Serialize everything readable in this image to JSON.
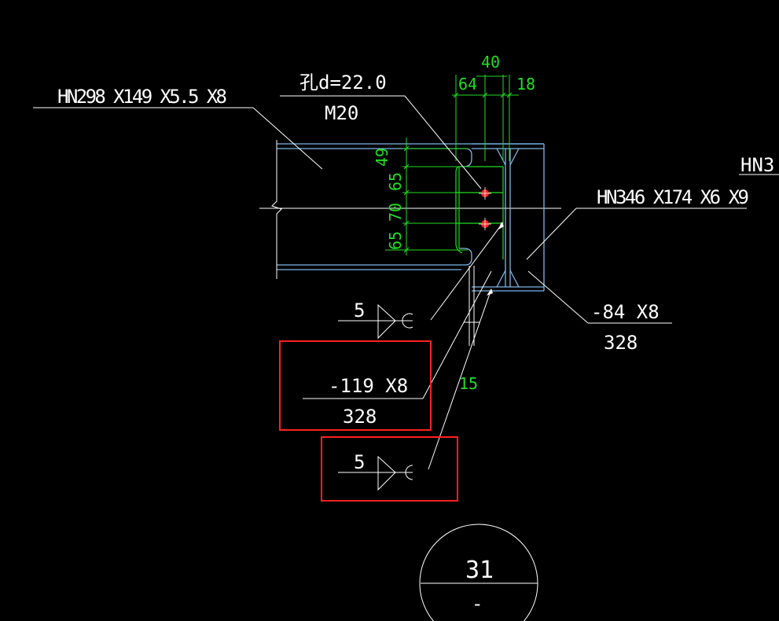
{
  "colors": {
    "background": "#000000",
    "line_white": "#ffffff",
    "dimension_green": "#22dd22",
    "beam_blue": "#7db7e6",
    "bolt_red": "#ff2020",
    "highlight_red": "#ff2020"
  },
  "labels": {
    "beam_left": "HN298 X149 X5.5 X8",
    "hole_spec": "孔d=22.0",
    "bolt_spec": "M20",
    "beam_right": "HN346 X174 X6 X9",
    "beam_right_cut": "HN3",
    "stiffener_size": "-84 X8",
    "stiffener_len": "328",
    "plate_size": "-119 X8",
    "plate_len": "328",
    "weld_size_1": "5",
    "weld_size_2": "5",
    "section_number": "31",
    "section_sub": "-"
  },
  "dimensions": {
    "top_total": "40",
    "top_a": "64",
    "top_b": "18",
    "vert_1": "49",
    "vert_2": "65",
    "vert_3": "70",
    "vert_4": "65",
    "bottom_gap": "15"
  }
}
